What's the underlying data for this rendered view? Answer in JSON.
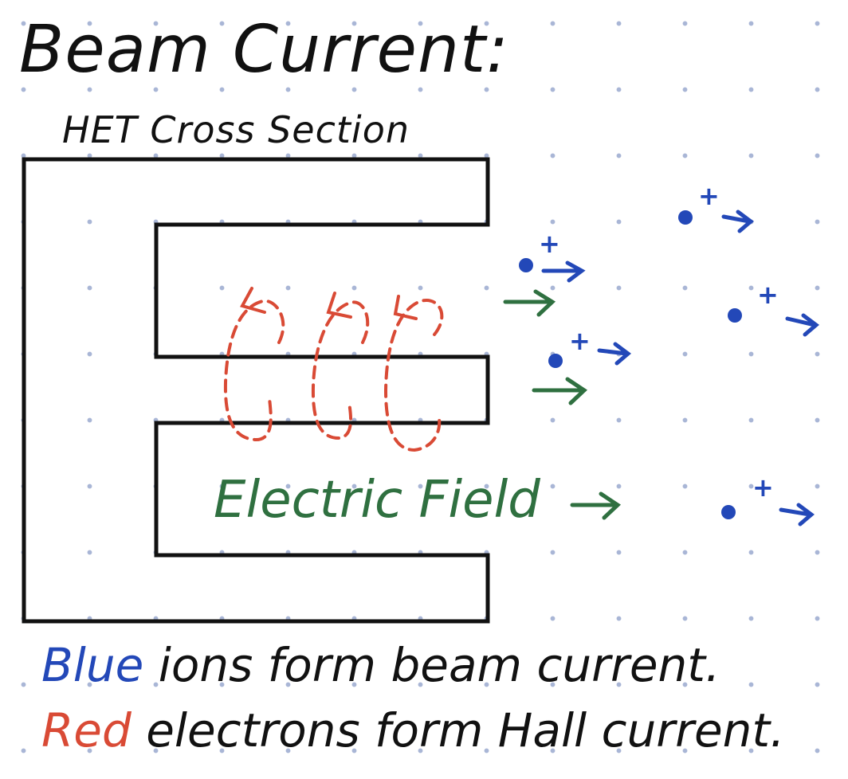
{
  "title": "Beam Current:",
  "subtitle": "HET Cross Section",
  "field_label": "Electric Field",
  "ion_charge": "+",
  "colors": {
    "ion": "#2348b8",
    "electron": "#d94a35",
    "field": "#2f7040",
    "outline": "#111111"
  },
  "captions": [
    {
      "color_word": "Blue",
      "color": "#2348b8",
      "text": " ions form beam current."
    },
    {
      "color_word": "Red",
      "color": "#d94a35",
      "text": " electrons form Hall current."
    }
  ]
}
